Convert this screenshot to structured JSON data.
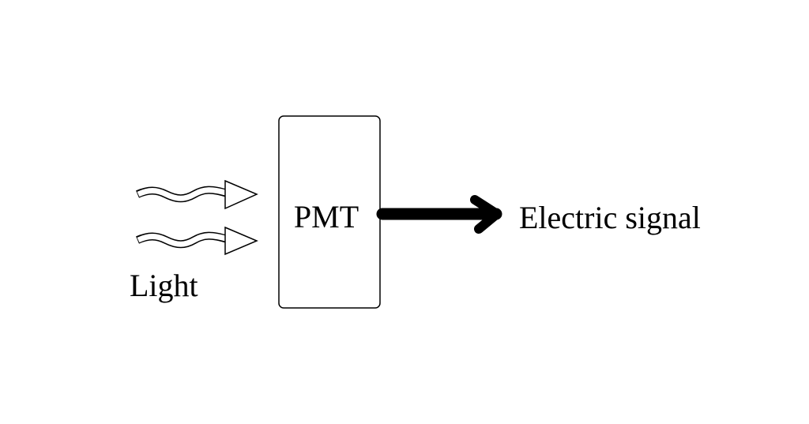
{
  "diagram": {
    "input_label": "Light",
    "device_label": "PMT",
    "output_label": "Electric signal",
    "colors": {
      "stroke": "#000000",
      "background": "#ffffff"
    }
  }
}
